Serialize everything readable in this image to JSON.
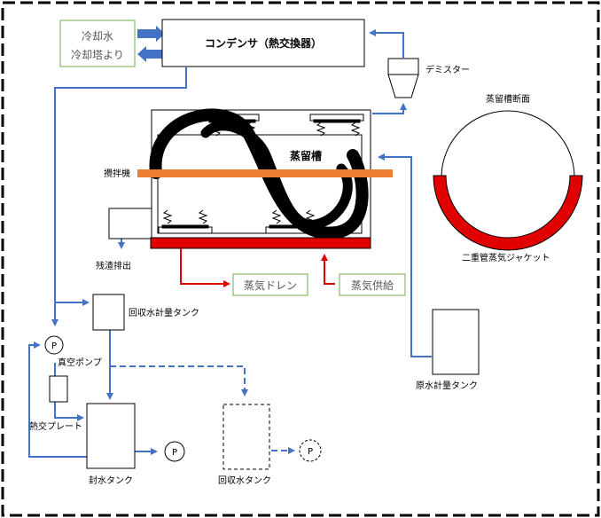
{
  "labels": {
    "cooling_water_1": "冷却水",
    "cooling_water_2": "冷却塔より",
    "condenser": "コンデンサ（熱交換器）",
    "demister": "デミスター",
    "distillation_tank": "蒸留槽",
    "cross_section": "蒸留槽断面",
    "agitator": "攪拌機",
    "residue_discharge": "残渣排出",
    "steam_drain": "蒸気ドレン",
    "steam_supply": "蒸気供給",
    "jacket": "二重管蒸気ジャケット",
    "recovered_metering_tank": "回収水計量タンク",
    "vacuum_pump": "真空ポンプ",
    "heat_exchange_plate": "熱交プレート",
    "seal_water_tank": "封水タンク",
    "recovered_water_tank": "回収水タンク",
    "raw_water_metering_tank": "原水計量タンク",
    "pump_symbol": "P"
  },
  "colors": {
    "pipe_blue": "#4472C4",
    "steam_red": "#E00000",
    "agitator_orange": "#ED7D31",
    "label_box_green": "#70AD47"
  }
}
